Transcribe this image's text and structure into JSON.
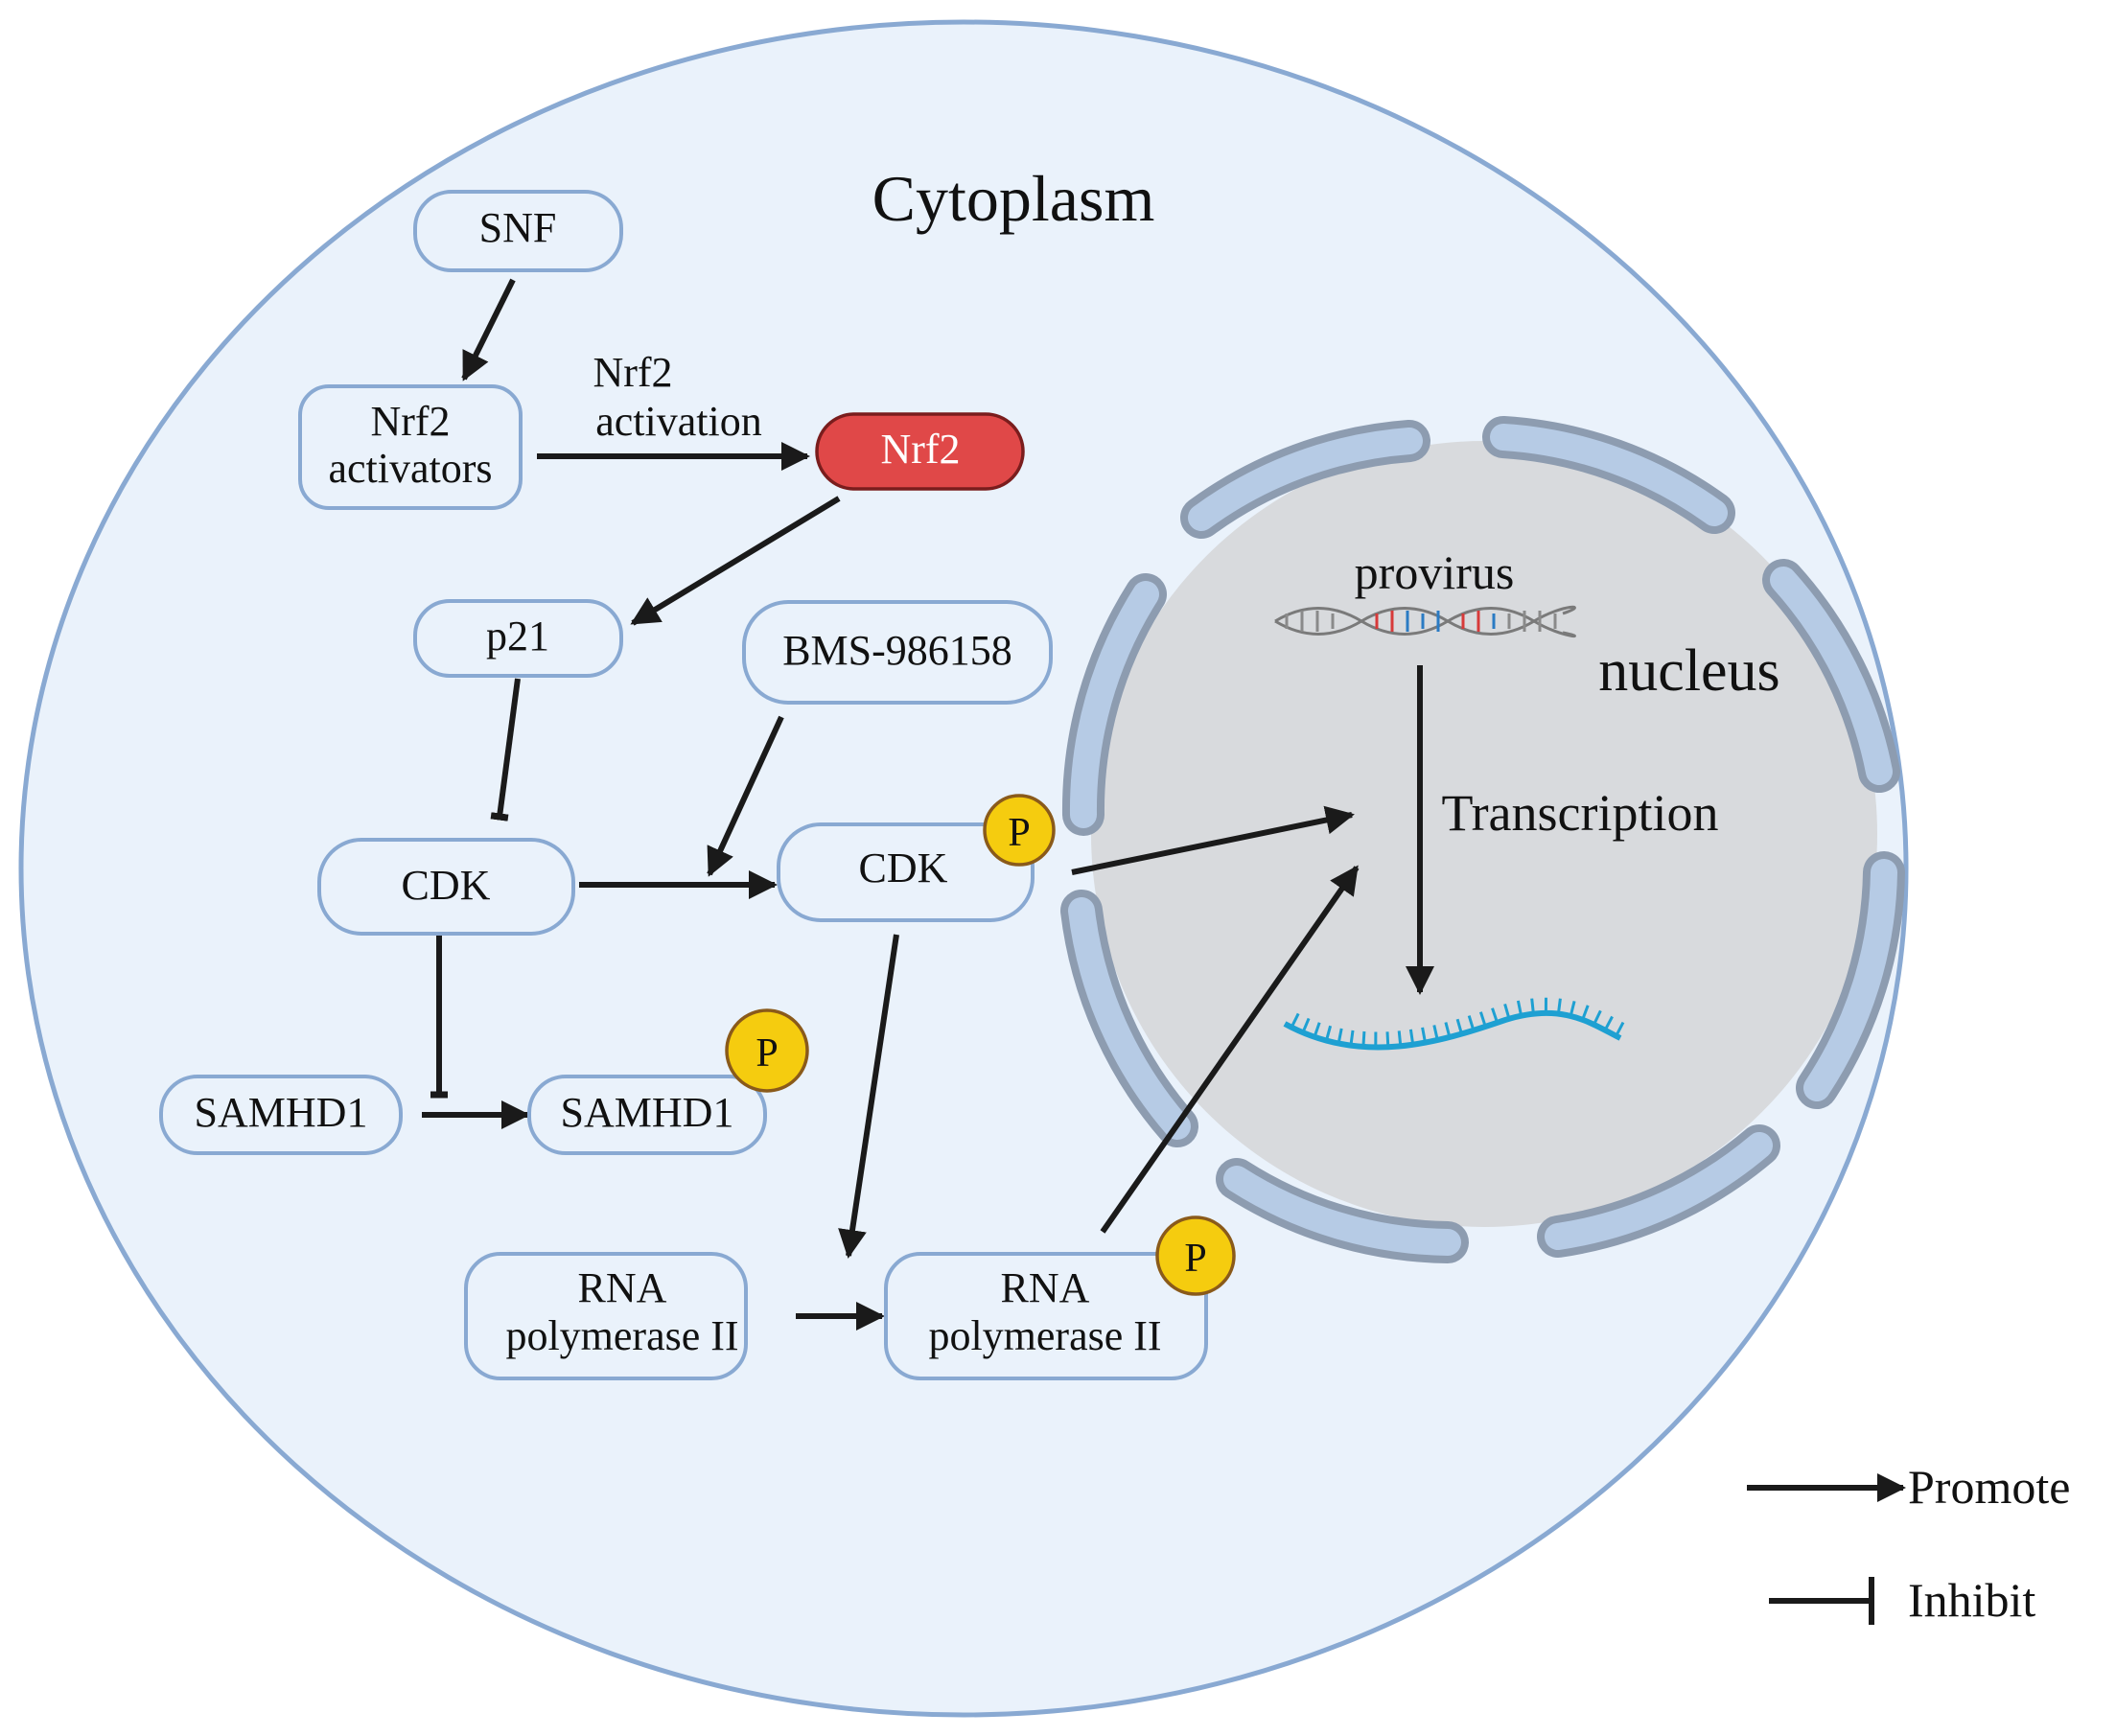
{
  "compartments": {
    "cytoplasm": "Cytoplasm",
    "nucleus": "nucleus"
  },
  "nodes": {
    "snf": "SNF",
    "nrf2_activators": [
      "Nrf2",
      "activators"
    ],
    "nrf2": "Nrf2",
    "p21": "p21",
    "bms": "BMS-986158",
    "cdk": "CDK",
    "cdk_p": "CDK",
    "samhd1": "SAMHD1",
    "samhd1_p": "SAMHD1",
    "rnap": [
      "RNA",
      "polymerase II"
    ],
    "rnap_p": [
      "RNA",
      "polymerase II"
    ],
    "provirus": "provirus"
  },
  "phospho_label": "P",
  "edge_labels": {
    "nrf2_activation": [
      "Nrf2",
      "activation"
    ],
    "transcription": "Transcription"
  },
  "legend": {
    "promote": "Promote",
    "inhibit": "Inhibit"
  },
  "colors": {
    "cell_fill": "#eaf2fb",
    "cell_stroke": "#89a9d2",
    "nucleus_fill": "#d8dadd",
    "envelope_fill": "#b6cbe5",
    "envelope_stroke": "#8d9cb0",
    "nrf2_fill": "#e04848",
    "phospho_fill": "#f5cc0f",
    "rna_color": "#1ea0d2"
  }
}
